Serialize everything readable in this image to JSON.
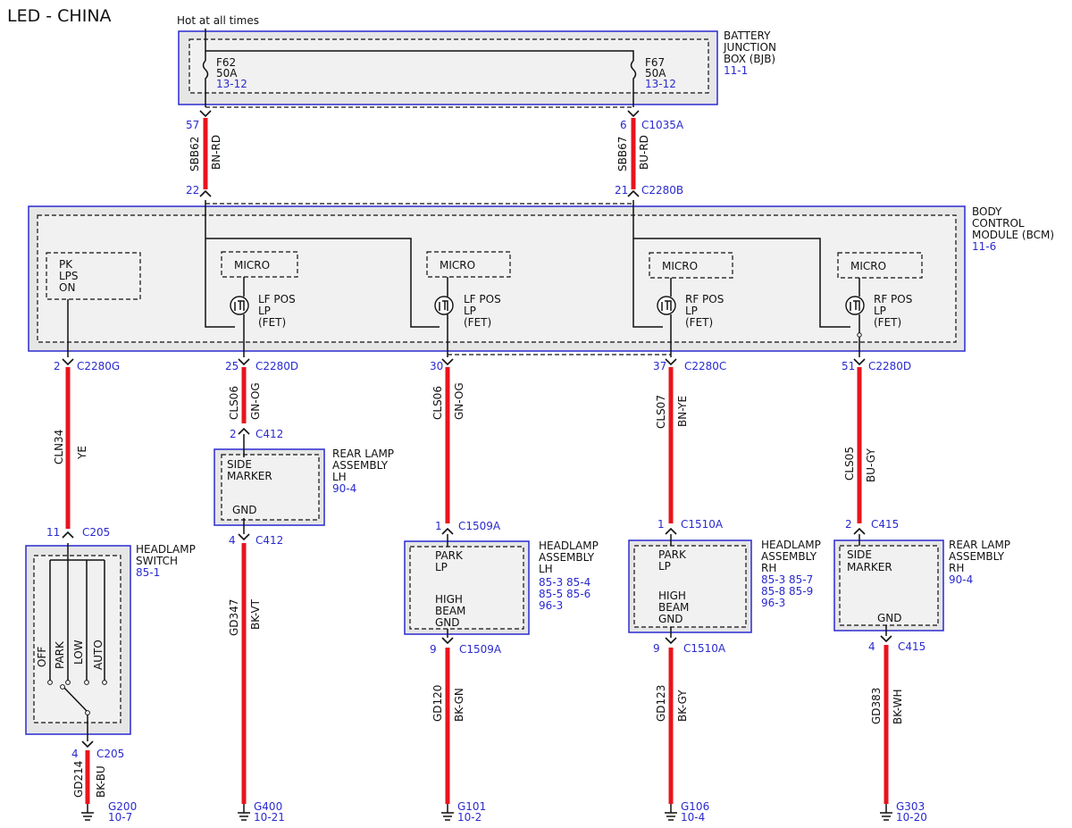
{
  "title": "LED - CHINA",
  "hot_label": "Hot at all times",
  "bjb": {
    "label": [
      "BATTERY",
      "JUNCTION",
      "BOX (BJB)"
    ],
    "ref": "11-1",
    "fuse1": {
      "name": "F62",
      "rating": "50A",
      "ref": "13-12"
    },
    "fuse2": {
      "name": "F67",
      "rating": "50A",
      "ref": "13-12"
    }
  },
  "bcm": {
    "label": [
      "BODY",
      "CONTROL",
      "MODULE (BCM)"
    ],
    "ref": "11-6",
    "pk": [
      "PK",
      "LPS",
      "ON"
    ],
    "micro": "MICRO",
    "fet_lf": [
      "LF POS",
      "LP",
      "(FET)"
    ],
    "fet_rf": [
      "RF POS",
      "LP",
      "(FET)"
    ]
  },
  "feeds": [
    {
      "pin_top": "57",
      "pin_bottom": "22",
      "conn_top": "",
      "conn_bottom": "",
      "circuit": "SBB62",
      "color": "BN-RD"
    },
    {
      "pin_top": "6",
      "pin_bottom": "21",
      "conn_top": "C1035A",
      "conn_bottom": "C2280B",
      "circuit": "SBB67",
      "color": "BU-RD"
    }
  ],
  "outputs": [
    {
      "pin": "2",
      "conn": "C2280G",
      "circuit": "CLN34",
      "color": "YE",
      "end_pin": "11",
      "end_conn": "C205"
    },
    {
      "pin": "25",
      "conn": "C2280D",
      "circuit": "CLS06",
      "color": "GN-OG",
      "end_pin": "2",
      "end_conn": "C412"
    },
    {
      "pin": "30",
      "conn": "",
      "circuit": "CLS06",
      "color": "GN-OG",
      "end_pin": "1",
      "end_conn": "C1509A"
    },
    {
      "pin": "37",
      "conn": "C2280C",
      "circuit": "CLS07",
      "color": "BN-YE",
      "end_pin": "1",
      "end_conn": "C1510A"
    },
    {
      "pin": "51",
      "conn": "C2280D",
      "circuit": "CLS05",
      "color": "BU-GY",
      "end_pin": "2",
      "end_conn": "C415"
    }
  ],
  "headlamp_switch": {
    "label": [
      "HEADLAMP",
      "SWITCH"
    ],
    "ref": "85-1",
    "positions": [
      "OFF",
      "PARK",
      "LOW",
      "AUTO"
    ]
  },
  "rear_lh": {
    "label": [
      "REAR LAMP",
      "ASSEMBLY",
      "LH"
    ],
    "ref": "90-4",
    "inner": [
      "SIDE",
      "MARKER"
    ],
    "gnd": "GND"
  },
  "head_lh": {
    "label": [
      "HEADLAMP",
      "ASSEMBLY",
      "LH"
    ],
    "refs": [
      "85-3   85-4",
      "85-5   85-6",
      "96-3"
    ],
    "inner": [
      "PARK",
      "LP"
    ],
    "inner2": [
      "HIGH",
      "BEAM",
      "GND"
    ]
  },
  "head_rh": {
    "label": [
      "HEADLAMP",
      "ASSEMBLY",
      "RH"
    ],
    "refs": [
      "85-3   85-7",
      "85-8   85-9",
      "96-3"
    ],
    "inner": [
      "PARK",
      "LP"
    ],
    "inner2": [
      "HIGH",
      "BEAM",
      "GND"
    ]
  },
  "rear_rh": {
    "label": [
      "REAR LAMP",
      "ASSEMBLY",
      "RH"
    ],
    "ref": "90-4",
    "inner": [
      "SIDE",
      "MARKER"
    ],
    "gnd": "GND"
  },
  "grounds": [
    {
      "pin": "4",
      "conn": "C205",
      "circuit": "GD214",
      "color": "BK-BU",
      "ground": "G200",
      "ref": "10-7"
    },
    {
      "pin": "4",
      "conn": "C412",
      "circuit": "GD347",
      "color": "BK-VT",
      "ground": "G400",
      "ref": "10-21"
    },
    {
      "pin": "9",
      "conn": "C1509A",
      "circuit": "GD120",
      "color": "BK-GN",
      "ground": "G101",
      "ref": "10-2"
    },
    {
      "pin": "9",
      "conn": "C1510A",
      "circuit": "GD123",
      "color": "BK-GY",
      "ground": "G106",
      "ref": "10-4"
    },
    {
      "pin": "4",
      "conn": "C415",
      "circuit": "GD383",
      "color": "BK-WH",
      "ground": "G303",
      "ref": "10-20"
    }
  ]
}
